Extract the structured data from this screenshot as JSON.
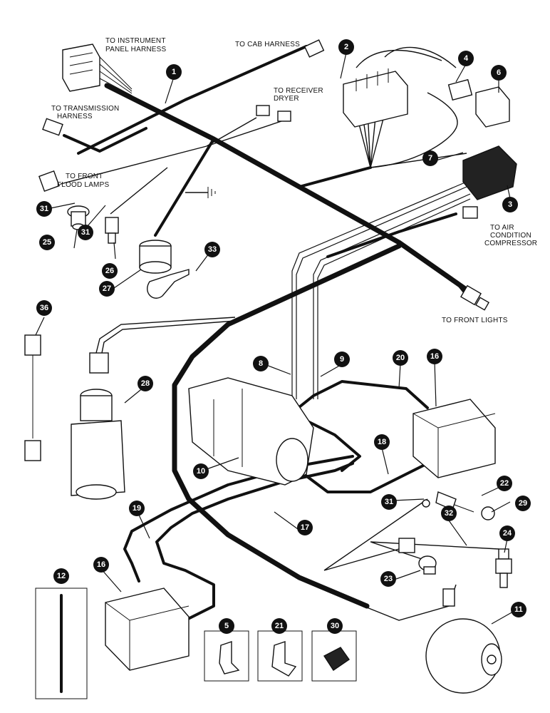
{
  "labels": {
    "instrument_panel_1": "TO INSTRUMENT",
    "instrument_panel_2": "PANEL HARNESS",
    "cab_harness": "TO CAB HARNESS",
    "receiver_dryer_1": "TO RECEIVER",
    "receiver_dryer_2": "DRYER",
    "transmission_1": "TO TRANSMISSION",
    "transmission_2": "HARNESS",
    "flood_lamps_1": "TO FRONT",
    "flood_lamps_2": "FLOOD LAMPS",
    "ac_compressor_1": "TO AIR",
    "ac_compressor_2": "CONDITION",
    "ac_compressor_3": "COMPRESSOR",
    "front_lights": "TO FRONT LIGHTS"
  },
  "callouts": {
    "c1": "1",
    "c2": "2",
    "c3": "3",
    "c4": "4",
    "c5": "5",
    "c6": "6",
    "c7": "7",
    "c8": "8",
    "c9": "9",
    "c10": "10",
    "c11": "11",
    "c12": "12",
    "c16a": "16",
    "c16b": "16",
    "c17": "17",
    "c18": "18",
    "c19": "19",
    "c20": "20",
    "c21": "21",
    "c22": "22",
    "c23": "23",
    "c24": "24",
    "c25": "25",
    "c26": "26",
    "c27": "27",
    "c28": "28",
    "c29": "29",
    "c30": "30",
    "c31a": "31",
    "c31b": "31",
    "c31c": "31",
    "c32": "32",
    "c33": "33",
    "c36": "36"
  }
}
